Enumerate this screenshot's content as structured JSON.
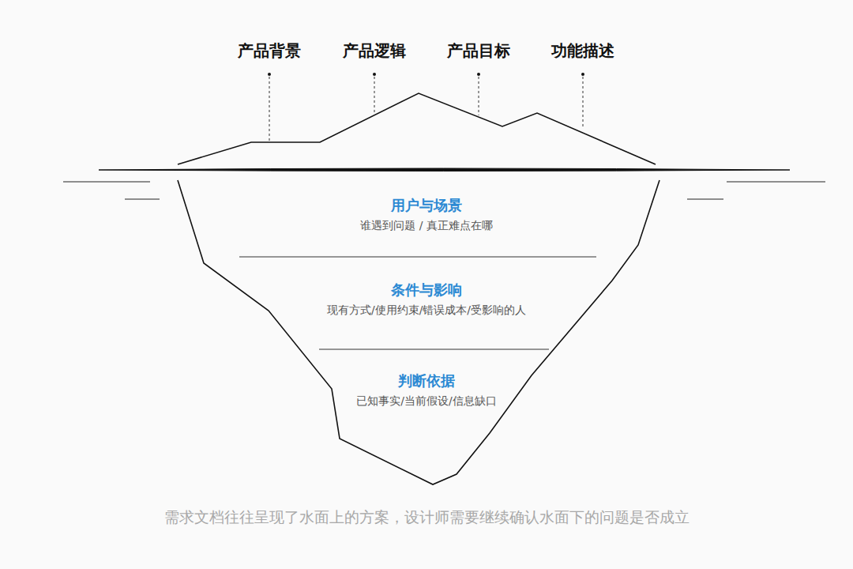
{
  "diagram": {
    "caption": "需求文档往往呈现了水面上的方案，设计师需要继续确认水面下的问题是否成立",
    "nodes": [
      {
        "text": [
          "用户与场景",
          "谁遇到问题 / 真正难点在哪"
        ]
      },
      {
        "text": [
          "条件与影响",
          "现有方式/使用约束/错误成本/受影响的人"
        ]
      },
      {
        "text": [
          "判断依据",
          "已知事实/当前假设/信息缺口"
        ]
      }
    ],
    "labels": [
      "产品背景",
      "产品逻辑",
      "产品目标",
      "功能描述"
    ]
  }
}
